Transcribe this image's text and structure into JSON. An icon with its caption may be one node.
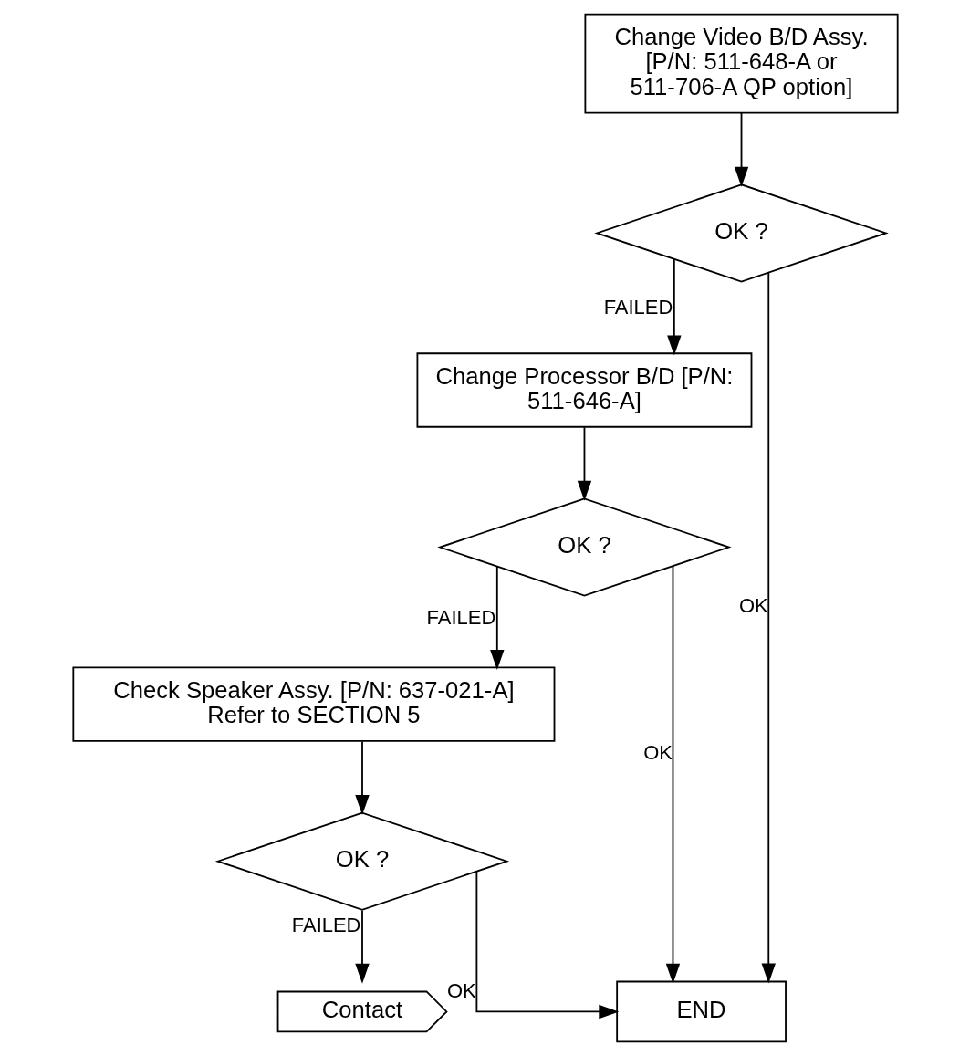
{
  "diagram": {
    "nodes": [
      {
        "text": [
          "Change Video B/D Assy. [P/N: 511-648-A or 511-706-A QP option]"
        ]
      },
      {
        "text": [
          "OK ?"
        ]
      },
      {
        "text": [
          "Change Processor B/D [P/N: 511-646-A]"
        ]
      },
      {
        "text": [
          "OK ?"
        ]
      },
      {
        "text": [
          "Check Speaker Assy. [P/N: 637-021-A]",
          "Refer to SECTION 5"
        ]
      },
      {
        "text": [
          "OK ?"
        ]
      },
      {
        "text": [
          "END"
        ]
      },
      {
        "text": [
          "Contact"
        ]
      }
    ],
    "edges": [
      {
        "from": 0,
        "to": 1,
        "arrow": "to"
      },
      {
        "from": 1,
        "to": 2,
        "arrow": "to",
        "label": "FAILED"
      },
      {
        "from": 1,
        "to": 6,
        "arrow": "to",
        "label": "OK"
      },
      {
        "from": 2,
        "to": 3,
        "arrow": "to"
      },
      {
        "from": 3,
        "to": 6,
        "arrow": "to",
        "label": "OK"
      },
      {
        "from": 3,
        "to": 4,
        "arrow": "to",
        "label": "FAILED"
      },
      {
        "from": 4,
        "to": 5,
        "arrow": "to"
      },
      {
        "from": 5,
        "to": 6,
        "arrow": "to",
        "label": "OK"
      },
      {
        "from": 5,
        "to": 7,
        "arrow": "to",
        "label": "FAILED"
      }
    ]
  }
}
